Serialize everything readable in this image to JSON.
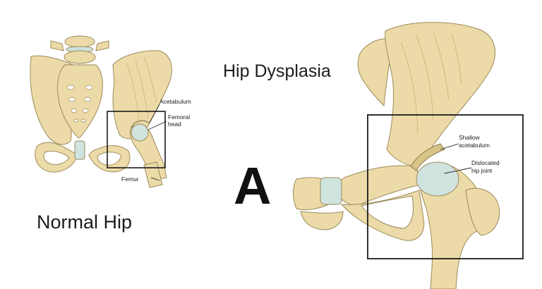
{
  "titles": {
    "normal": "Normal Hip",
    "dysplasia": "Hip Dysplasia",
    "panel_letter": "A"
  },
  "left_labels": {
    "acetabulum": "Acetabulum",
    "femoral_line1": "Femoral",
    "femoral_line2": "head",
    "femur": "Femur"
  },
  "right_labels": {
    "shallow_line1": "Shallow",
    "shallow_line2": "acetabulum",
    "dislocated_line1": "Dislocated",
    "dislocated_line2": "hip joint"
  },
  "colors": {
    "bone_fill": "#ecdba8",
    "bone_shade": "#cdb77a",
    "bone_outline": "#9b8a5a",
    "cartilage": "#cfe3df",
    "box_stroke": "#1a1a1a"
  }
}
